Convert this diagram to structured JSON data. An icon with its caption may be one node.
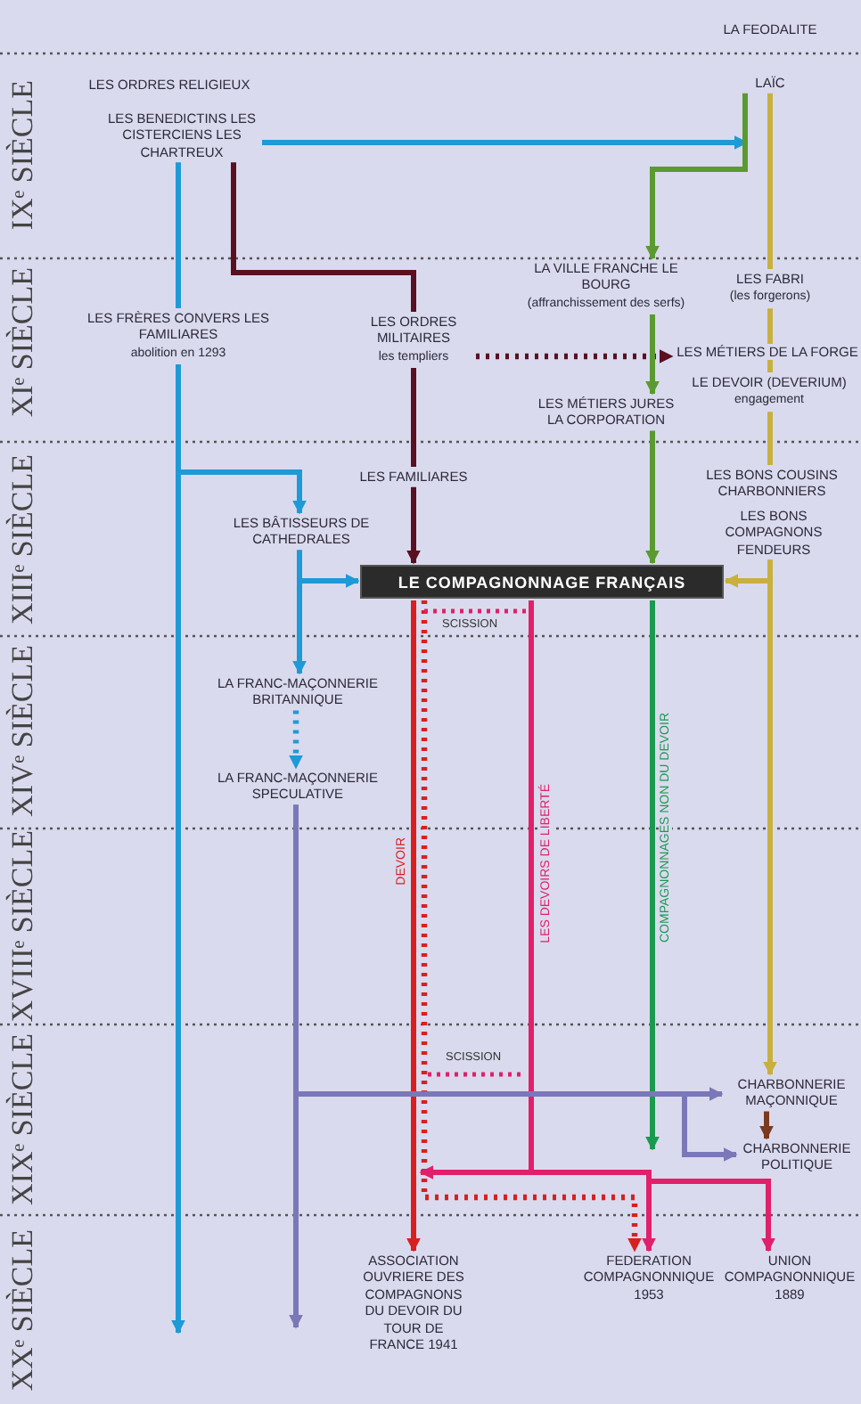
{
  "diagram": {
    "nodes": [
      {
        "text": [
          "LA FEODALITE"
        ]
      },
      {
        "text": [
          "LES ORDRES RELIGIEUX"
        ]
      },
      {
        "text": [
          "LES BENEDICTINS LES CISTERCIENS LES CHARTREUX"
        ]
      },
      {
        "text": [
          "LAÏC"
        ]
      },
      {
        "text": [
          "LA VILLE FRANCHE LE BOURG",
          "(affranchissement des serfs)"
        ]
      },
      {
        "text": [
          "LES FABRI",
          "(les forgerons)"
        ]
      },
      {
        "text": [
          "LES FRÈRES CONVERS LES FAMILIARES",
          "abolition en 1293"
        ]
      },
      {
        "text": [
          "LES ORDRES MILITAIRES",
          "les templiers"
        ]
      },
      {
        "text": [
          "LES MÉTIERS DE LA FORGE"
        ]
      },
      {
        "text": [
          "LE DEVOIR (DEVERIUM)",
          "engagement"
        ]
      },
      {
        "text": [
          "LES MÉTIERS JURES LA CORPORATION"
        ]
      },
      {
        "text": [
          "LES FAMILIARES"
        ]
      },
      {
        "text": [
          "LES BONS COUSINS CHARBONNIERS"
        ]
      },
      {
        "text": [
          "LES BONS COMPAGNONS FENDEURS"
        ]
      },
      {
        "text": [
          "LES BÂTISSEURS DE CATHEDRALES"
        ]
      },
      {
        "text": [
          "LE COMPAGNONNAGE FRANÇAIS"
        ]
      },
      {
        "text": [
          "LA FRANC-MAÇONNERIE BRITANNIQUE"
        ]
      },
      {
        "text": [
          "LA FRANC-MAÇONNERIE SPECULATIVE"
        ]
      },
      {
        "text": [
          "CHARBONNERIE MAÇONNIQUE"
        ]
      },
      {
        "text": [
          "CHARBONNERIE POLITIQUE"
        ]
      },
      {
        "text": [
          "ASSOCIATION OUVRIERE DES COMPAGNONS DU DEVOIR DU TOUR DE FRANCE 1941"
        ]
      },
      {
        "text": [
          "FEDERATION COMPAGNONNIQUE 1953"
        ]
      },
      {
        "text": [
          "UNION COMPAGNONNIQUE 1889"
        ]
      }
    ],
    "edges": [
      {
        "from": 2,
        "to": 3,
        "arrow": "to",
        "color": "#1e9ad6"
      },
      {
        "from": 3,
        "to": 4,
        "arrow": "to",
        "color": "#5a9a30"
      },
      {
        "from": 3,
        "to": 5,
        "arrow": "none",
        "color": "#c8b040"
      },
      {
        "from": 2,
        "to": 6,
        "arrow": "none",
        "color": "#1e9ad6"
      },
      {
        "from": 6,
        "to": null,
        "arrow": "to",
        "color": "#1e9ad6"
      },
      {
        "from": 2,
        "to": 7,
        "arrow": "none",
        "color": "#5a1020"
      },
      {
        "from": 7,
        "to": 8,
        "arrow": "to",
        "style": "dashed",
        "color": "#5a1020"
      },
      {
        "from": 4,
        "to": 10,
        "arrow": "to",
        "color": "#5a9a30"
      },
      {
        "from": 5,
        "to": 9,
        "arrow": "none",
        "color": "#c8b040"
      },
      {
        "from": 9,
        "to": 12,
        "arrow": "none",
        "color": "#c8b040"
      },
      {
        "from": 13,
        "to": 15,
        "arrow": "to",
        "color": "#c8b040"
      },
      {
        "from": 13,
        "to": 18,
        "arrow": "to",
        "color": "#c8b040"
      },
      {
        "from": 7,
        "to": 11,
        "arrow": "none",
        "color": "#5a1020"
      },
      {
        "from": 11,
        "to": 15,
        "arrow": "to",
        "color": "#5a1020"
      },
      {
        "from": 6,
        "to": 14,
        "arrow": "to",
        "color": "#1e9ad6"
      },
      {
        "from": 14,
        "to": 15,
        "arrow": "to",
        "color": "#1e9ad6"
      },
      {
        "from": 14,
        "to": 16,
        "arrow": "to",
        "color": "#1e9ad6"
      },
      {
        "from": 16,
        "to": 17,
        "arrow": "to",
        "style": "dashed",
        "color": "#1e9ad6"
      },
      {
        "from": 10,
        "to": 15,
        "arrow": "to",
        "color": "#5a9a30"
      },
      {
        "from": 15,
        "to": 20,
        "arrow": "to",
        "label": "DEVOIR",
        "color": "#d82020"
      },
      {
        "from": 15,
        "to": 21,
        "arrow": "to",
        "label": "LES DEVOIRS DE LIBERTÉ",
        "color": "#e0206a"
      },
      {
        "from": 15,
        "to": 22,
        "arrow": "to",
        "color": "#e0206a"
      },
      {
        "from": 15,
        "to": null,
        "arrow": "to",
        "label": "COMPAGNONNAGES NON DU DEVOIR",
        "color": "#1a9a50"
      },
      {
        "from": 15,
        "to": 21,
        "arrow": "to",
        "style": "dashed",
        "color": "#d82020"
      },
      {
        "from": 17,
        "to": 18,
        "arrow": "to",
        "color": "#7a78b8"
      },
      {
        "from": 17,
        "to": null,
        "arrow": "to",
        "color": "#7a78b8"
      },
      {
        "from": 18,
        "to": 19,
        "arrow": "to",
        "color": "#7a3a20"
      },
      {
        "from": 17,
        "to": 19,
        "arrow": "to",
        "color": "#7a78b8"
      }
    ],
    "labels": [
      "IXᵉ SIÈCLE",
      "XIᵉ SIÈCLE",
      "XIIIᵉ SIÈCLE",
      "XIVᵉ SIÈCLE",
      "XVIIIᵉ SIÈCLE",
      "XIXᵉ SIÈCLE",
      "XXᵉ SIÈCLE",
      "SCISSION",
      "SCISSION"
    ]
  }
}
